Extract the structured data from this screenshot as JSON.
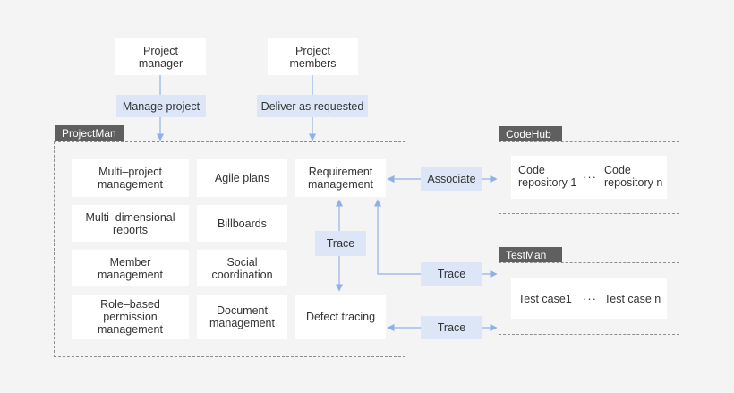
{
  "roles": {
    "manager": "Project\nmanager",
    "members": "Project\nmembers",
    "manage_action": "Manage project",
    "deliver_action": "Deliver as requested"
  },
  "projectman": {
    "title": "ProjectMan",
    "features": [
      "Multi–project\nmanagement",
      "Agile plans",
      "Multi–dimensional\nreports",
      "Billboards",
      "Member\nmanagement",
      "Social\ncoordination",
      "Role–based\npermission\nmanagement",
      "Document\nmanagement"
    ],
    "requirement": "Requirement\nmanagement",
    "defect": "Defect tracing",
    "trace_internal": "Trace"
  },
  "links": {
    "associate": "Associate",
    "trace_test": "Trace",
    "trace_defect": "Trace"
  },
  "codehub": {
    "title": "CodeHub",
    "repo_first": "Code\nrepository 1",
    "ellipsis": "···",
    "repo_last": "Code\nrepository n"
  },
  "testman": {
    "title": "TestMan",
    "case_first": "Test case1",
    "ellipsis": "···",
    "case_last": "Test case n"
  },
  "colors": {
    "background": "#f4f4f4",
    "tag_fill": "#dde6f7",
    "arrow": "#8fb1ea",
    "label_fill": "#5f5f5f"
  }
}
